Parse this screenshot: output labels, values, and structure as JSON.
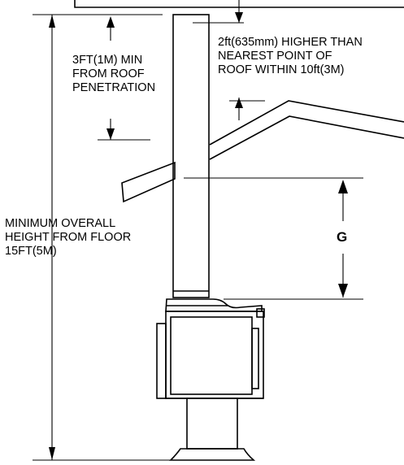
{
  "labels": {
    "roof_clearance": [
      "3FT(1M) MIN",
      "FROM ROOF",
      "PENETRATION"
    ],
    "height_above": [
      "2ft(635mm) HIGHER THAN",
      "NEAREST POINT OF",
      "ROOF WITHIN 10ft(3M)"
    ],
    "overall_height": [
      "MINIMUM OVERALL",
      "HEIGHT FROM FLOOR",
      "15FT(5M)"
    ],
    "dimension_g": "G"
  }
}
